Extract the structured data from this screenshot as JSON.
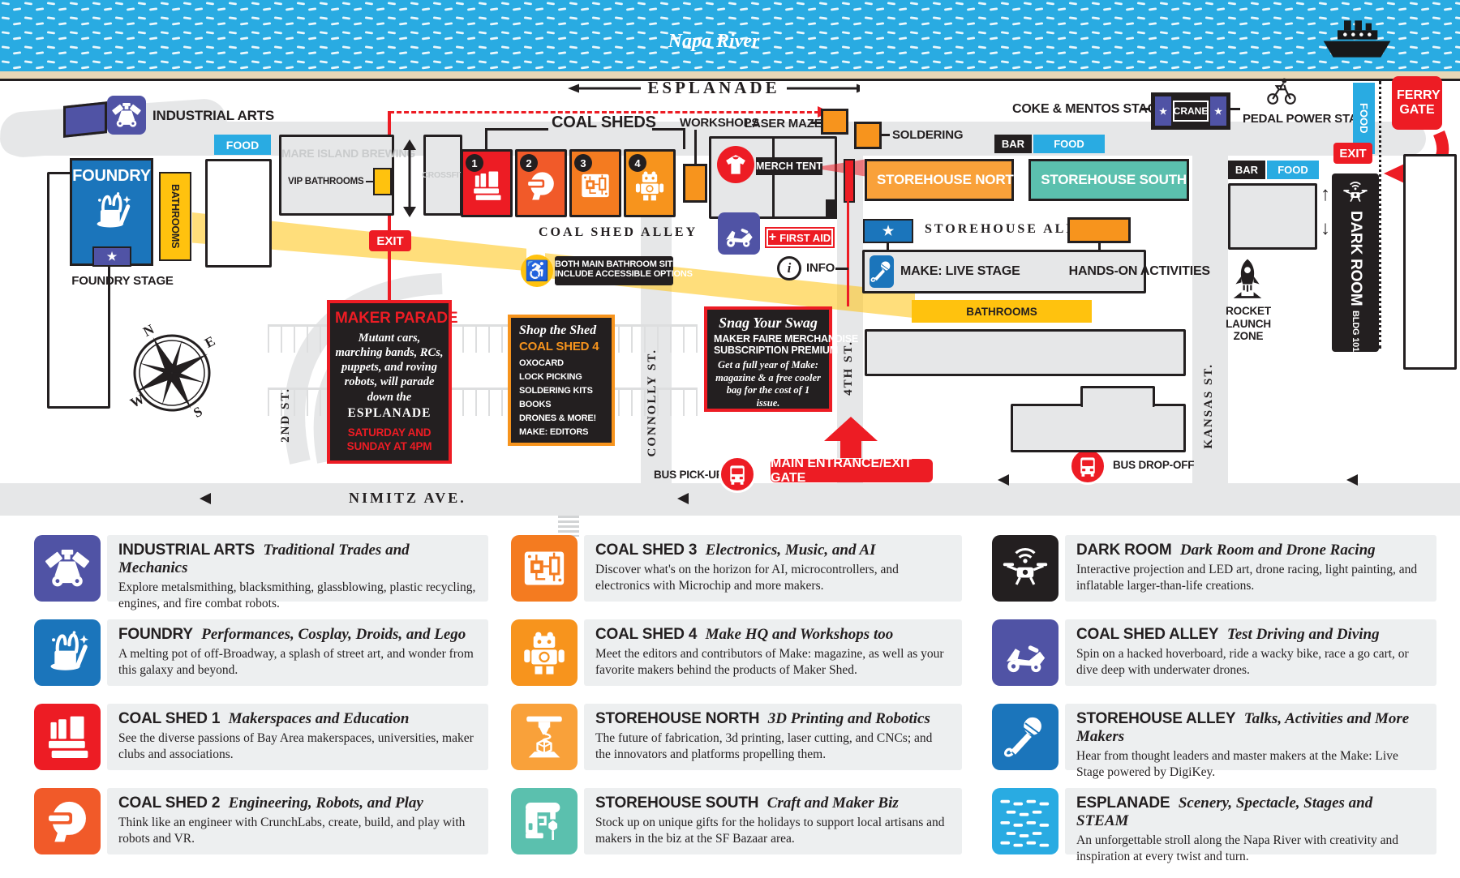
{
  "colors": {
    "water": "#29ABE2",
    "red": "#ED1C24",
    "orange_red": "#F15A29",
    "orange": "#F47B20",
    "orange_light": "#F7941D",
    "yellow": "#FFC20E",
    "purple": "#5053A5",
    "blue": "#1B75BB",
    "light_blue": "#29ABE2",
    "teal": "#5BC0AE",
    "black": "#231F20",
    "road_gray": "#E6E7E8",
    "sand": "#E8D7B6"
  },
  "map": {
    "river": "Napa River",
    "esplanade": "ESPLANADE",
    "industrial_arts": "INDUSTRIAL ARTS",
    "coke_mentos": "COKE & MENTOS STAGE",
    "crane": "CRANE",
    "pedal_power": "PEDAL POWER STAGE",
    "ferry_gate": "FERRY GATE",
    "exit": "EXIT",
    "food": "FOOD",
    "bar": "BAR",
    "foundry": "FOUNDRY",
    "bathrooms": "BATHROOMS",
    "foundry_stage": "FOUNDRY STAGE",
    "mare_island_brewing": "MARE ISLAND BREWING",
    "vip_bathrooms": "VIP BATHROOMS",
    "crossfit": "CROSSFIT",
    "coal_sheds": "COAL SHEDS",
    "sheds": [
      {
        "num": "1",
        "color": "#ED1C24"
      },
      {
        "num": "2",
        "color": "#F15A29"
      },
      {
        "num": "3",
        "color": "#F47B20"
      },
      {
        "num": "4",
        "color": "#F7941D"
      }
    ],
    "workshops": "WORKSHOPS",
    "laser_maze": "LASER MAZE",
    "merch_tent": "MERCH TENT",
    "soldering": "SOLDERING",
    "storehouse_north": "STOREHOUSE NORTH",
    "storehouse_south": "STOREHOUSE SOUTH",
    "coal_shed_alley": "COAL SHED ALLEY",
    "first_aid": "FIRST AID",
    "first_aid_plus": "+",
    "info": "INFO",
    "info_i": "i",
    "accessible_line1": "BOTH MAIN BATHROOM SITES",
    "accessible_line2": "INCLUDE ACCESSIBLE OPTIONS",
    "accessible_symbol": "♿",
    "storehouse_alley": "STOREHOUSE ALLEY",
    "make_live_stage": "MAKE: LIVE STAGE",
    "hands_on": "HANDS-ON ACTIVITIES",
    "fourth_st": "4TH ST.",
    "second_st": "2ND ST.",
    "connolly_st": "CONNOLLY ST.",
    "kansas_st": "KANSAS ST.",
    "nimitz_ave": "NIMITZ AVE.",
    "bus_pickup": "BUS PICK-UP",
    "bus_dropoff": "BUS DROP-OFF",
    "main_gate": "MAIN ENTRANCE/EXIT GATE",
    "rocket_zone": "ROCKET LAUNCH ZONE",
    "dark_room": "DARK ROOM",
    "bldg": "BLDG 101",
    "star": "★",
    "up_arrow": "↑",
    "down_arrow": "↓",
    "compass": {
      "n": "N",
      "e": "E",
      "s": "S",
      "w": "W"
    },
    "maker_parade": {
      "title": "MAKER PARADE",
      "body": "Mutant cars, marching bands, RCs, puppets, and roving robots, will parade down the",
      "highlight": "ESPLANADE",
      "schedule": "SATURDAY AND SUNDAY AT 4PM"
    },
    "shop_shed": {
      "title": "Shop the Shed",
      "subtitle": "COAL SHED 4",
      "items": [
        "OXOCARD",
        "LOCK PICKING",
        "SOLDERING KITS",
        "BOOKS",
        "DRONES & MORE!",
        "MAKE: EDITORS"
      ]
    },
    "swag": {
      "title": "Snag Your Swag",
      "line1": "MAKER FAIRE MERCHANDISE",
      "line2": "SUBSCRIPTION PREMIUM",
      "body": "Get a full year of Make: magazine & a free cooler bag for the cost of 1 issue."
    }
  },
  "legend": {
    "items": [
      {
        "title": "INDUSTRIAL ARTS",
        "subtitle": "Traditional Trades and Mechanics",
        "desc": "Explore metalsmithing, blacksmithing, glassblowing, plastic recycling, engines, and fire combat robots.",
        "color": "#5053A5"
      },
      {
        "title": "FOUNDRY",
        "subtitle": "Performances, Cosplay, Droids, and Lego",
        "desc": "A melting pot of off-Broadway, a splash of street art, and wonder from this galaxy and beyond.",
        "color": "#1B75BB"
      },
      {
        "title": "COAL SHED 1",
        "subtitle": "Makerspaces and Education",
        "desc": "See the diverse passions of Bay Area makerspaces, universities, maker clubs and associations.",
        "color": "#ED1C24"
      },
      {
        "title": "COAL SHED 2",
        "subtitle": "Engineering, Robots, and Play",
        "desc": "Think like an engineer with CrunchLabs, create, build, and play with robots and VR.",
        "color": "#F15A29"
      },
      {
        "title": "COAL SHED 3",
        "subtitle": "Electronics, Music, and AI",
        "desc": "Discover what's on the horizon for AI, microcontrollers, and electronics with Microchip and more makers.",
        "color": "#F47B20"
      },
      {
        "title": "COAL SHED 4",
        "subtitle": "Make HQ and Workshops too",
        "desc": "Meet the editors and contributors of Make: magazine, as well as your favorite makers behind the products of Maker Shed.",
        "color": "#F7941D"
      },
      {
        "title": "STOREHOUSE NORTH",
        "subtitle": "3D Printing and Robotics",
        "desc": "The future of fabrication, 3d printing, laser cutting, and CNCs; and the innovators and platforms propelling them.",
        "color": "#F9A13A"
      },
      {
        "title": "STOREHOUSE SOUTH",
        "subtitle": "Craft and Maker Biz",
        "desc": "Stock up on unique gifts for the holidays to support local artisans and makers in the biz at the SF Bazaar area.",
        "color": "#5BC0AE"
      },
      {
        "title": "DARK ROOM",
        "subtitle": "Dark Room and Drone Racing",
        "desc": "Interactive projection and LED art, drone racing, light painting, and inflatable larger-than-life creations.",
        "color": "#231F20"
      },
      {
        "title": "COAL SHED ALLEY",
        "subtitle": "Test Driving and Diving",
        "desc": "Spin on a hacked hoverboard, ride a wacky bike, race a go cart, or dive deep with underwater drones.",
        "color": "#5053A5"
      },
      {
        "title": "STOREHOUSE ALLEY",
        "subtitle": "Talks, Activities and More Makers",
        "desc": "Hear from thought leaders and master makers at the Make: Live Stage powered by DigiKey.",
        "color": "#1B75BB"
      },
      {
        "title": "ESPLANADE",
        "subtitle": "Scenery, Spectacle, Stages and STEAM",
        "desc": "An unforgettable stroll along the Napa River with creativity and inspiration at every twist and turn.",
        "color": "#29ABE2"
      }
    ]
  }
}
